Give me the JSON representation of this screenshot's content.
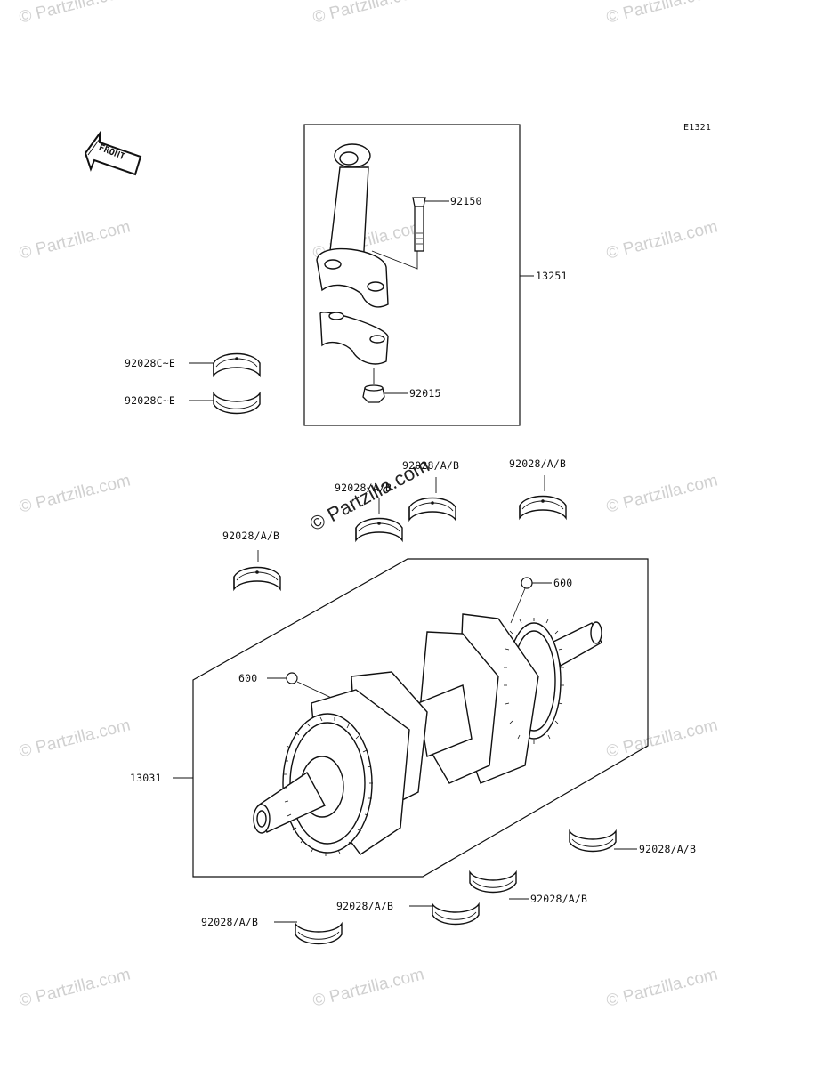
{
  "diagram_code": "E1321",
  "front_label": "FRONT",
  "watermark": "© Partzilla.com",
  "labels": {
    "bolt": "92150",
    "conrod_assy": "13251",
    "conrod_bearing_upper": "92028C~E",
    "conrod_bearing_lower": "92028C~E",
    "nut": "92015",
    "main_bearing_1": "92028/A/B",
    "main_bearing_2": "92028/A/B",
    "main_bearing_3": "92028/A/B",
    "main_bearing_4": "92028/A/B",
    "oil_600_right": "600",
    "oil_600_left": "600",
    "crankshaft": "13031",
    "main_bearing_5": "92028/A/B",
    "main_bearing_6": "92028/A/B",
    "main_bearing_7": "92028/A/B",
    "main_bearing_8": "92028/A/B"
  }
}
